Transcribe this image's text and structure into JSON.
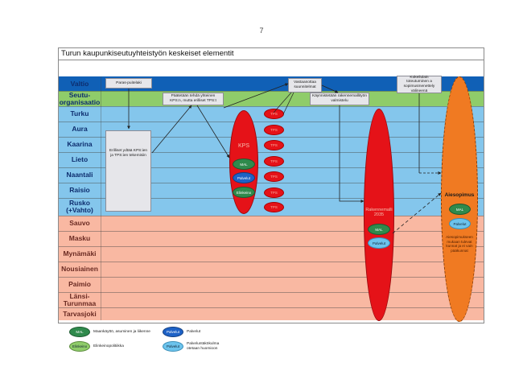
{
  "page_number": "7",
  "title": "Turun kaupunkiseutuyhteistyön keskeiset elementit",
  "colors": {
    "valtio": "#1060b6",
    "seutu": "#8fcc6a",
    "blue_rows": "#84c6ec",
    "salmon_rows": "#f9b8a2",
    "red": "#e51218",
    "orange": "#f07a22",
    "green_oval": "#2f8a4c",
    "dark_blue_oval": "#1e62c6",
    "light_blue_oval": "#6cc3ec"
  },
  "rows": [
    {
      "label": "Valtio"
    },
    {
      "label": "Seutu-\norganisaatio"
    },
    {
      "label": "Turku"
    },
    {
      "label": "Aura"
    },
    {
      "label": "Kaarina"
    },
    {
      "label": "Lieto"
    },
    {
      "label": "Naantali"
    },
    {
      "label": "Raisio"
    },
    {
      "label": "Rusko\n(+Vahto)"
    },
    {
      "label": "Sauvo"
    },
    {
      "label": "Masku"
    },
    {
      "label": "Mynämäki"
    },
    {
      "label": "Nousiainen"
    },
    {
      "label": "Paimio"
    },
    {
      "label": "Länsi-\nTurunmaa"
    },
    {
      "label": "Tarvasjoki"
    }
  ],
  "notes": {
    "paras": "Paras-puitelaki",
    "paatetaan": "Päätetään tehdä yhteinen KPS:n, mutta erilliset TPS:t",
    "vastaanottaa": "Vastaanottaa suunnitelmat",
    "kaynnistetaan": "Käynnistetään rakennemallityön valmistelu",
    "kokeilulain": "Kokeilulain toteutuminen a sopimusmenettely välineenä",
    "erilliset": "Erilliset ydtää KPS:ien ja TPS:ien tekemisiin"
  },
  "kps": {
    "label": "KPS",
    "mal": "MAL",
    "palvelut": "Palvelut",
    "elinkeino": "Elinkeino",
    "city_ovals": [
      "TPS",
      "TPS",
      "TPS",
      "TPS",
      "TPS",
      "TPS",
      "TPS"
    ]
  },
  "rakennemalli": {
    "label": "Rakennemalli\n2035",
    "mal": "MAL",
    "palvelut": "Palvelut"
  },
  "aiesopimus": {
    "label": "Aiesopimus",
    "mal": "MAL",
    "palvelut": "Palvelut",
    "note": "Aiesopimukseen mukaan tulevat kunnat ja ei vain pääkunnat"
  },
  "legend": [
    {
      "oval": "MAL",
      "text": "Maankäyttö, asuminen ja liikenne"
    },
    {
      "oval": "Palvelut",
      "text": "Palvelut"
    },
    {
      "oval": "Elinkeino",
      "text": "Elinkeinopolitiikka"
    },
    {
      "oval": "Palvelut",
      "text": "Palveluntäkökulma otetaan huomioon"
    }
  ]
}
